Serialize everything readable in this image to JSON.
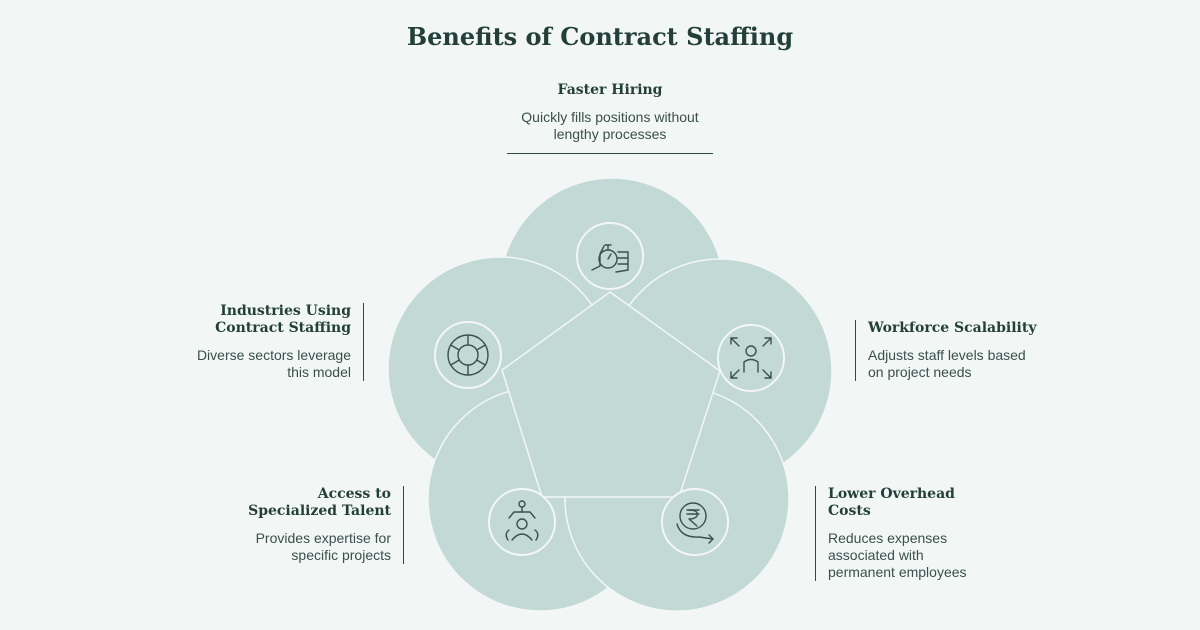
{
  "title": "Benefits of Contract Staffing",
  "colors": {
    "circle": "#c3d9d5",
    "background": "#f2f7f5",
    "stroke": "#3b504b"
  },
  "benefits": [
    {
      "title": "Faster Hiring",
      "description": "Quickly fills positions without lengthy processes",
      "icon": "hand-stopwatch-icon"
    },
    {
      "title": "Workforce Scalability",
      "description": "Adjusts staff levels based on project needs",
      "icon": "person-expand-icon"
    },
    {
      "title": "Lower Overhead Costs",
      "description": "Reduces expenses associated with permanent employees",
      "icon": "rupee-down-icon"
    },
    {
      "title": "Access to Specialized Talent",
      "description": "Provides expertise for specific projects",
      "icon": "talent-network-icon"
    },
    {
      "title": "Industries Using Contract Staffing",
      "description": "Diverse sectors leverage this model",
      "icon": "segmented-ring-icon"
    }
  ]
}
